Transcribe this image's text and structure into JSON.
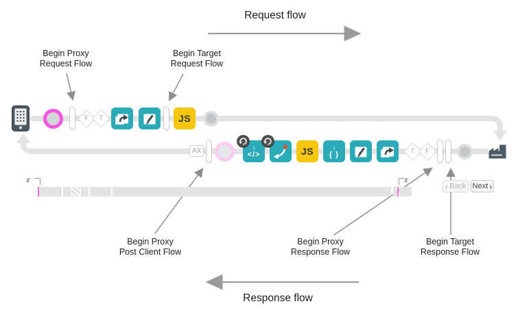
{
  "colors": {
    "teal": "#2BABB8",
    "yellow": "#F5C60D",
    "magenta_ring": "#F455E3",
    "pale_pink_ring": "#F8CCF1",
    "flow_line": "#E3E3E3",
    "dark_icon": "#4D5A63",
    "annotation_arrow": "#8F8F8F"
  },
  "titles": {
    "request_flow": "Request flow",
    "response_flow": "Response flow"
  },
  "annotations": {
    "proxy_request": {
      "line1": "Begin Proxy",
      "line2": "Request Flow"
    },
    "target_request": {
      "line1": "Begin Target",
      "line2": "Request Flow"
    },
    "post_client": {
      "line1": "Begin Proxy",
      "line2": "Post Client Flow"
    },
    "proxy_response": {
      "line1": "Begin Proxy",
      "line2": "Response Flow"
    },
    "target_response": {
      "line1": "Begin Target",
      "line2": "Response Flow"
    }
  },
  "request_row": {
    "condition_false": "F",
    "condition_true": "T",
    "js_label": "JS"
  },
  "response_row": {
    "ax_label": "AX",
    "down_arrow": "↓",
    "code_label": "</>",
    "js_label": "JS",
    "braces_label": "{ }",
    "condition_true": "T",
    "condition_false": "F"
  },
  "timeline": {
    "epsilon_left": "ε",
    "epsilon_right": "ε"
  },
  "pager": {
    "back_chevron": "‹",
    "back_label": "Back",
    "next_label": "Next",
    "next_chevron": "›"
  }
}
